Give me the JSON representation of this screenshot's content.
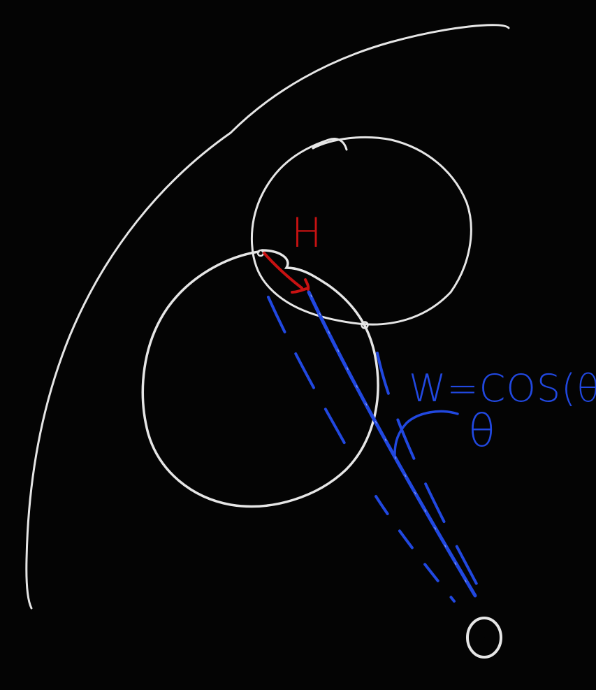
{
  "labels": {
    "h": "H",
    "w_formula": "W=COS(θ)",
    "theta": "θ",
    "origin": "O"
  },
  "colors": {
    "background": "#040404",
    "stroke": "#e6e6e6",
    "red": "#c81212",
    "blue": "#2148e0"
  }
}
